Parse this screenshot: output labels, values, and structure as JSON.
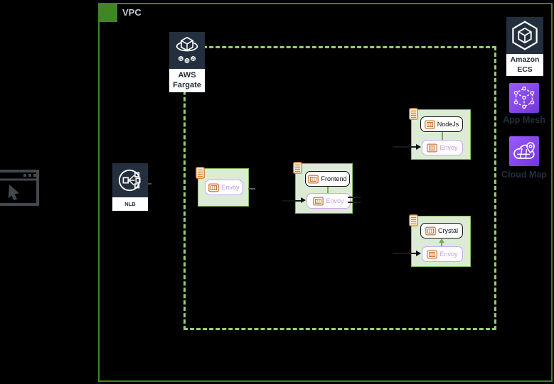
{
  "vpc": {
    "label": "VPC"
  },
  "nlb": {
    "label": "NLB"
  },
  "fargate": {
    "label_line1": "AWS",
    "label_line2": "Fargate"
  },
  "services": {
    "envoy_standalone": {
      "envoy_label": "Envoy"
    },
    "frontend": {
      "name": "Frontend",
      "envoy_label": "Envoy"
    },
    "nodejs": {
      "name": "NodeJs",
      "envoy_label": "Envoy"
    },
    "crystal": {
      "name": "Crystal",
      "envoy_label": "Envoy"
    }
  },
  "legend": {
    "ecs": {
      "label_line1": "Amazon",
      "label_line2": "ECS"
    },
    "app_mesh": {
      "label": "App Mesh"
    },
    "cloud_map": {
      "label": "Cloud Map"
    }
  },
  "icons": {
    "vpc_badge": "vpc-corner-badge",
    "browser": "browser-window-icon",
    "nlb": "network-load-balancer-icon",
    "fargate": "aws-fargate-icon",
    "ecs": "amazon-ecs-icon",
    "app_mesh": "app-mesh-icon",
    "cloud_map": "cloud-map-icon",
    "task": "ecs-task-icon",
    "container": "container-icon"
  },
  "colors": {
    "background": "#000000",
    "vpc_border": "#3F8624",
    "fargate_boundary_dash": "#94CE70",
    "service_box_fill": "#DCEBD3",
    "service_box_border": "#84B964",
    "envoy_accent": "#C9A8F0",
    "envoy_text": "#BE9BEA",
    "task_orange": "#D9822B",
    "aws_dark_navy": "#232F3E",
    "mesh_purple": "#8C4FFF",
    "connector_green": "#76A85B"
  }
}
